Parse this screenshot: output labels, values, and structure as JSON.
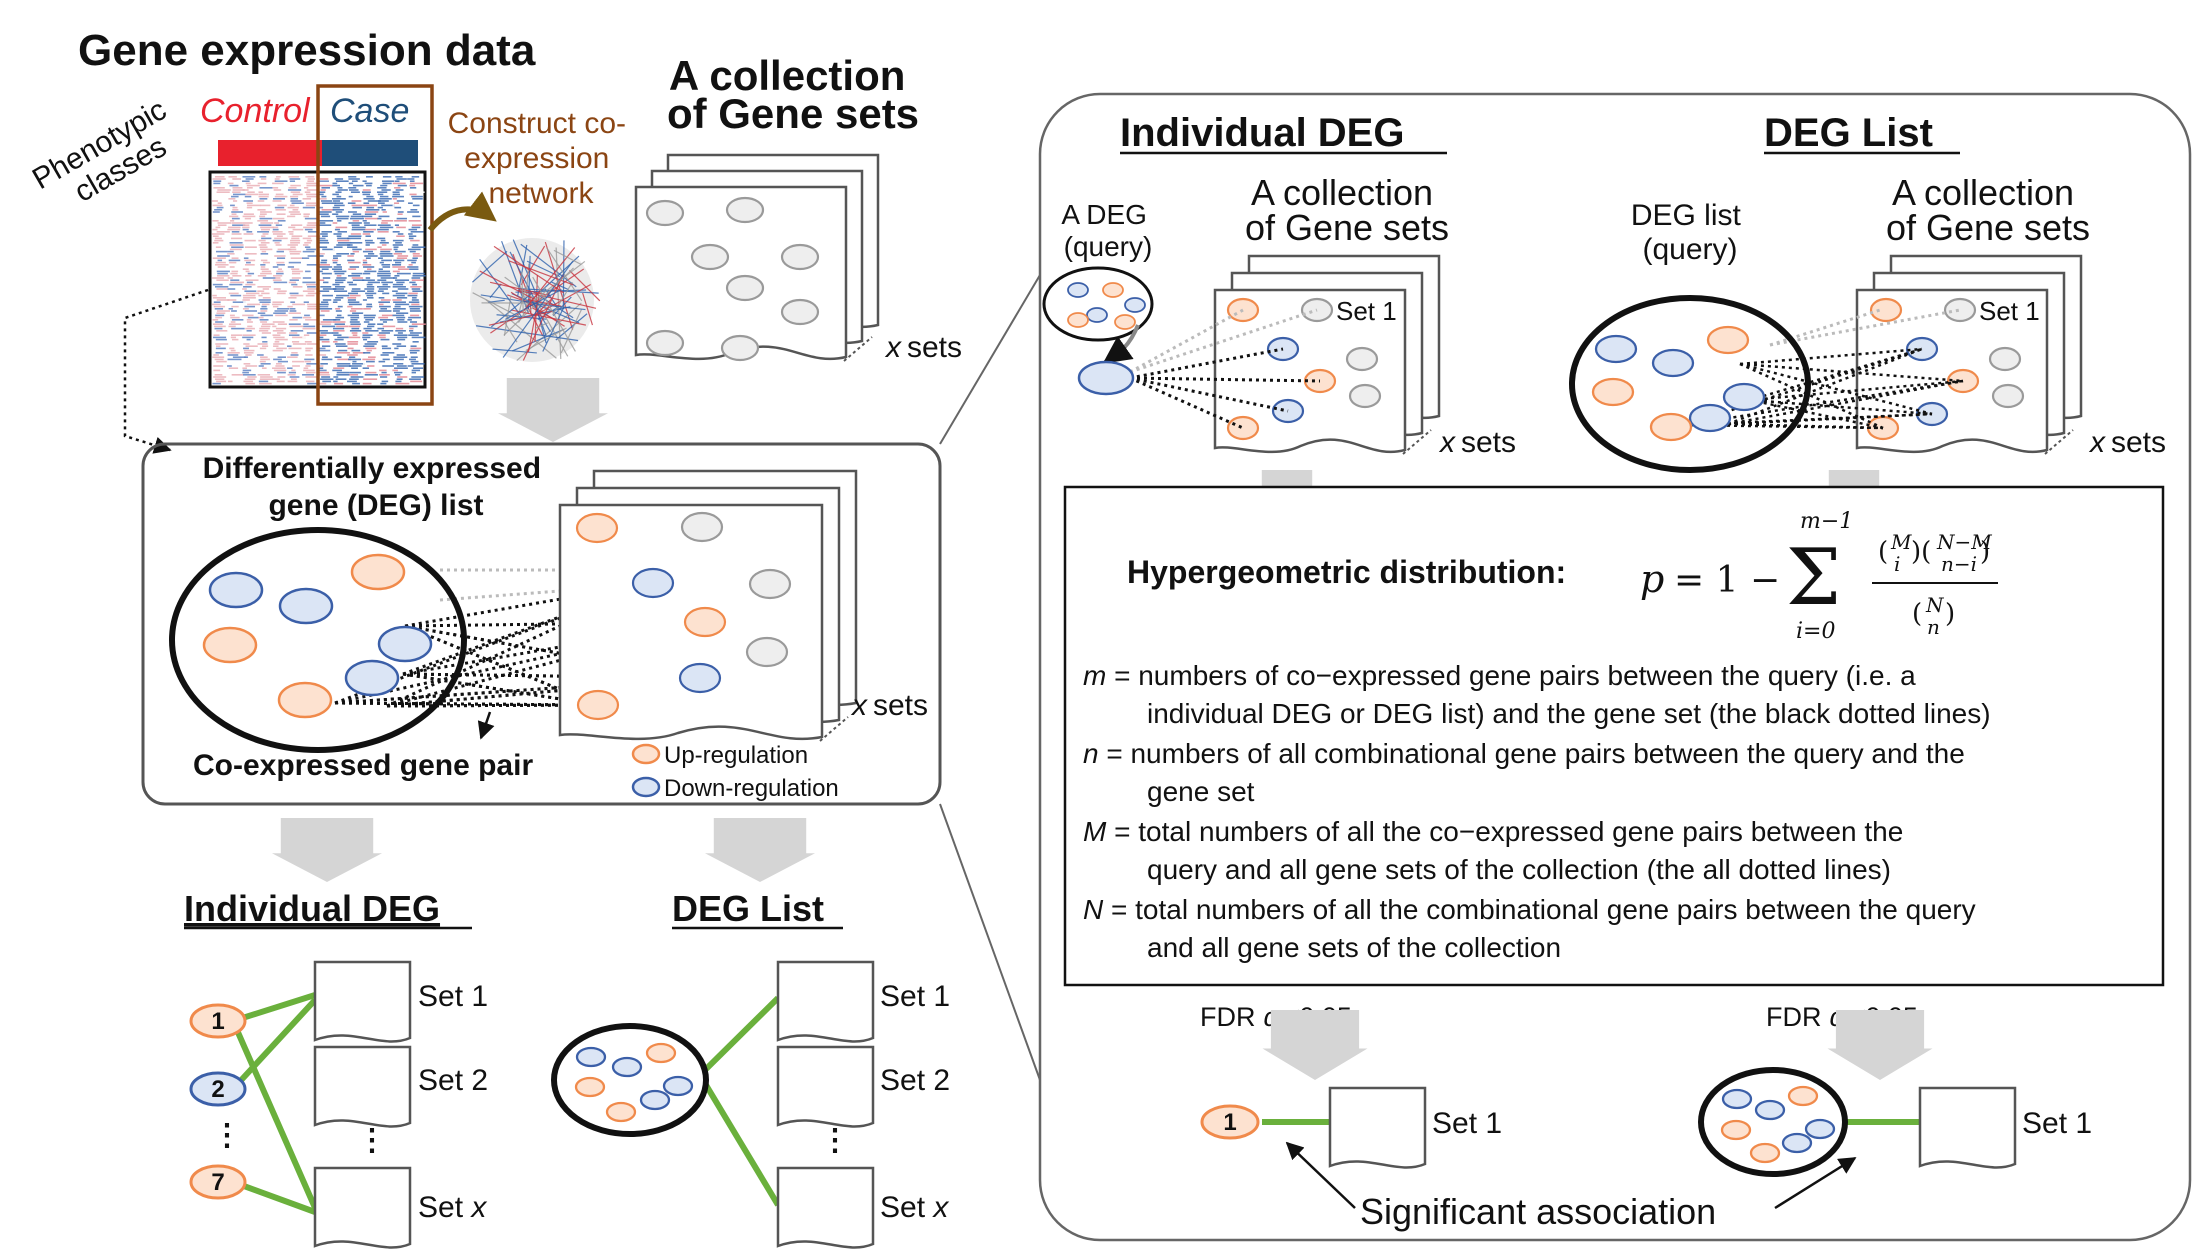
{
  "colors": {
    "control": "#e8212d",
    "case": "#1f4e79",
    "up": "#f08a4b",
    "up_fill": "#fde2d0",
    "down": "#3b5fa8",
    "down_fill": "#dbe5f5",
    "green": "#6ab03c",
    "grey_arrow": "#d5d5d5",
    "network_brown": "#8b4513"
  },
  "left": {
    "title": "Gene expression data",
    "phenotypic_label": "Phenotypic classes",
    "control_label": "Control",
    "case_label": "Case",
    "construct_label_lines": [
      "Construct co-",
      "expression",
      "network"
    ],
    "collection_title_lines": [
      "A collection",
      "of Gene sets"
    ],
    "x_sets": "x sets",
    "deg_box_title_lines": [
      "Differentially expressed",
      "gene (DEG) list"
    ],
    "coexpressed_pair": "Co-expressed gene pair",
    "legend_up": "Up-regulation",
    "legend_down": "Down-regulation"
  },
  "bottom": {
    "individual_title": "Individual DEG",
    "list_title": "DEG List",
    "genes": [
      "1",
      "2",
      "7"
    ],
    "vdots": "⋮",
    "set1": "Set 1",
    "set2": "Set 2",
    "setx_prefix": "Set ",
    "setx_var": "x"
  },
  "right": {
    "individual_title": "Individual DEG",
    "list_title": "DEG List",
    "collection_title_lines": [
      "A collection",
      "of Gene sets"
    ],
    "deg_query_lines": [
      "A DEG",
      "(query)"
    ],
    "deg_list_query_lines": [
      "DEG list",
      "(query)"
    ],
    "set1": "Set 1",
    "x_sets": "x sets",
    "hyper_label": "Hypergeometric distribution:",
    "definitions": [
      {
        "symbol": "m",
        "lines": [
          "numbers of co−expressed gene pairs between the query (i.e. a",
          "individual  DEG or DEG list) and the gene set (the black dotted lines)"
        ]
      },
      {
        "symbol": "n",
        "lines": [
          "numbers of all combinational gene pairs between the query and the",
          "gene set"
        ]
      },
      {
        "symbol": "M",
        "lines": [
          "total numbers of all the co−expressed gene pairs between the",
          "query and all gene sets of the collection (the all dotted lines)"
        ]
      },
      {
        "symbol": "N",
        "lines": [
          "total numbers of all the combinational gene pairs between the query",
          "and all gene sets of the collection"
        ]
      }
    ],
    "fdr_label": "FDR",
    "fdr_q": "q",
    "fdr_threshold": "≤0.05",
    "result_gene": "1",
    "result_set": "Set 1",
    "significant_association": "Significant association"
  }
}
